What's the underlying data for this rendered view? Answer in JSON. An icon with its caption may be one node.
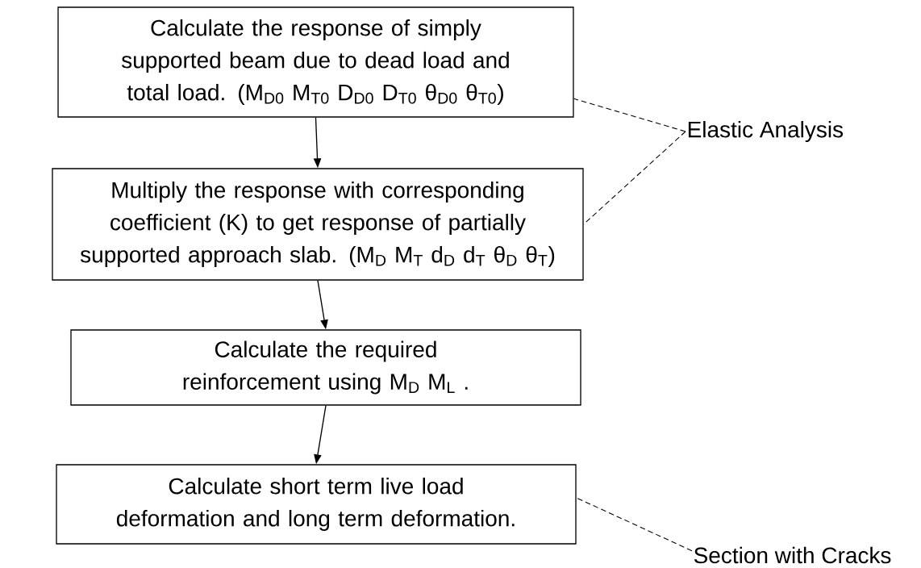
{
  "diagram": {
    "nodes": [
      {
        "text": [
          "Calculate the response of simply supported beam due to dead load and total load. (M$_{D0}$ M$_{T0}$ D$_{D0}$ D$_{T0}$ θ$_{D0}$ θ$_{T0}$)"
        ]
      },
      {
        "text": [
          "Multiply the response with corresponding coefficient (K) to get response of partially supported approach slab. (M$_{D}$ M$_{T}$ d$_{D}$ d$_{T}$ θ$_{D}$ θ$_{T}$)"
        ]
      },
      {
        "text": [
          "Calculate the required reinforcement using M$_{D}$ M$_{L}$ ."
        ]
      },
      {
        "text": [
          "Calculate short term live load deformation and long term deformation."
        ]
      },
      {
        "text": [
          "Elastic Analysis"
        ]
      },
      {
        "text": [
          "Section with Cracks"
        ]
      }
    ],
    "edges": [
      {
        "from": 0,
        "to": 1,
        "arrow": "to"
      },
      {
        "from": 1,
        "to": 2,
        "arrow": "to"
      },
      {
        "from": 2,
        "to": 3,
        "arrow": "to"
      },
      {
        "from": 4,
        "to": 0,
        "arrow": "none",
        "style": "dashed"
      },
      {
        "from": 4,
        "to": 1,
        "arrow": "none",
        "style": "dashed"
      },
      {
        "from": 5,
        "to": 3,
        "arrow": "none",
        "style": "dashed"
      }
    ]
  }
}
